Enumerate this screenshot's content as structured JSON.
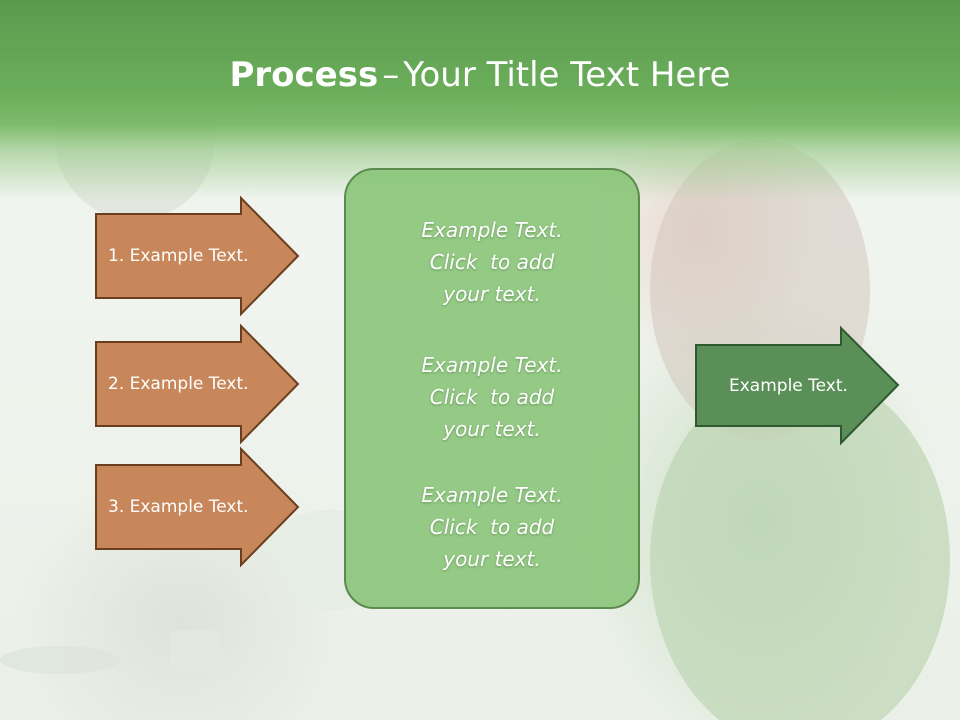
{
  "slide": {
    "title_bold": "Process",
    "title_dash": "–",
    "title_rest": "Your Title Text Here"
  },
  "left_arrows": [
    {
      "label": "1. Example Text."
    },
    {
      "label": "2. Example Text."
    },
    {
      "label": "3. Example Text."
    }
  ],
  "center_box": {
    "blocks": [
      {
        "line1": "Example Text.",
        "line2": "Click  to add",
        "line3": "your text."
      },
      {
        "line1": "Example Text.",
        "line2": "Click  to add",
        "line3": "your text."
      },
      {
        "line1": "Example Text.",
        "line2": "Click  to add",
        "line3": "your text."
      }
    ]
  },
  "right_arrow": {
    "label": "Example Text."
  },
  "colors": {
    "title_band": "#6aad5a",
    "left_arrow_fill": "#c8875a",
    "left_arrow_border": "#6b3e1e",
    "center_box_fill": "#88c476",
    "right_arrow_fill": "#5a8f58",
    "right_arrow_border": "#2f5a2f"
  }
}
